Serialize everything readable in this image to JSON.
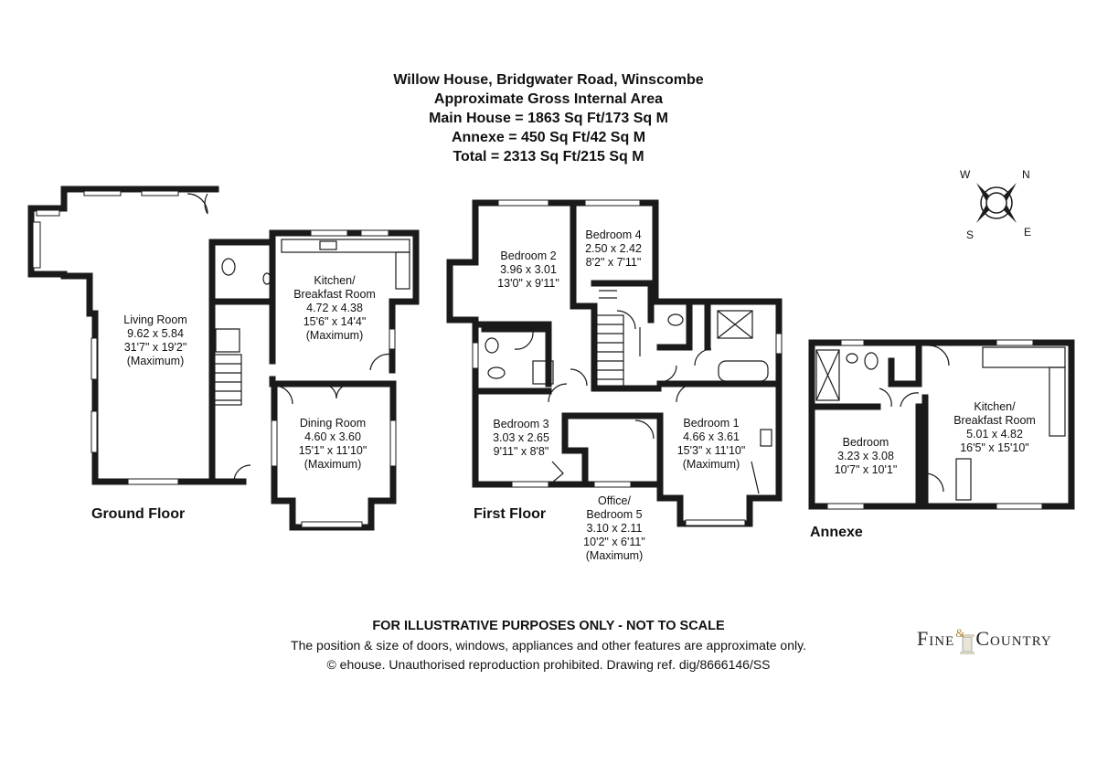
{
  "header": {
    "title": "Willow House, Bridgwater Road, Winscombe",
    "area_heading": "Approximate Gross Internal Area",
    "main_house": "Main House = 1863 Sq Ft/173 Sq M",
    "annexe": "Annexe = 450 Sq Ft/42 Sq M",
    "total": "Total = 2313 Sq Ft/215 Sq M"
  },
  "compass": {
    "w": "W",
    "n": "N",
    "s": "S",
    "e": "E"
  },
  "floors": {
    "ground": {
      "label": "Ground Floor",
      "rooms": {
        "living": [
          "Living Room",
          "9.62 x 5.84",
          "31'7\" x 19'2\"",
          "(Maximum)"
        ],
        "kitchen": [
          "Kitchen/",
          "Breakfast Room",
          "4.72 x 4.38",
          "15'6\" x 14'4\"",
          "(Maximum)"
        ],
        "dining": [
          "Dining Room",
          "4.60 x 3.60",
          "15'1\" x 11'10\"",
          "(Maximum)"
        ]
      }
    },
    "first": {
      "label": "First Floor",
      "rooms": {
        "bed2": [
          "Bedroom 2",
          "3.96 x 3.01",
          "13'0\" x 9'11\""
        ],
        "bed4": [
          "Bedroom 4",
          "2.50 x 2.42",
          "8'2\" x 7'11\""
        ],
        "bed3": [
          "Bedroom 3",
          "3.03 x 2.65",
          "9'11\" x 8'8\""
        ],
        "bed1": [
          "Bedroom 1",
          "4.66 x 3.61",
          "15'3\" x 11'10\"",
          "(Maximum)"
        ],
        "office": [
          "Office/",
          "Bedroom 5",
          "3.10 x 2.11",
          "10'2\" x 6'11\"",
          "(Maximum)"
        ]
      }
    },
    "annexe": {
      "label": "Annexe",
      "rooms": {
        "bedroom": [
          "Bedroom",
          "3.23 x 3.08",
          "10'7\" x 10'1\""
        ],
        "kitchen": [
          "Kitchen/",
          "Breakfast Room",
          "5.01 x 4.82",
          "16'5\" x 15'10\""
        ]
      }
    }
  },
  "footer": {
    "disclaimer": "FOR ILLUSTRATIVE PURPOSES ONLY - NOT TO SCALE",
    "note": "The position & size of doors, windows, appliances and other features are approximate only.",
    "copyright": "© ehouse. Unauthorised reproduction prohibited. Drawing ref. dig/8666146/SS"
  },
  "logo": {
    "left": "Fine",
    "amp": "&",
    "right": "Country"
  }
}
